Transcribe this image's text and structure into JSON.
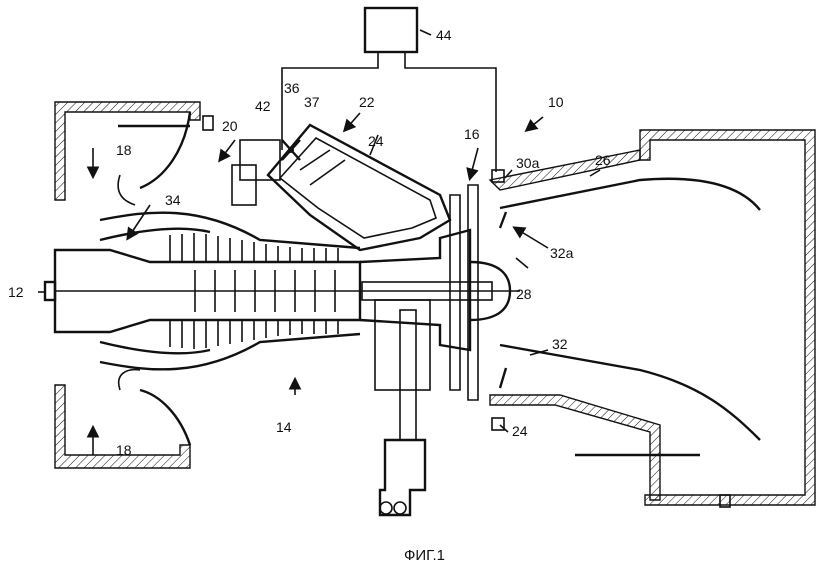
{
  "figure": {
    "caption": "ФИГ.1",
    "labels": {
      "l10": "10",
      "l12": "12",
      "l14": "14",
      "l16": "16",
      "l18_top": "18",
      "l18_bottom": "18",
      "l20": "20",
      "l22": "22",
      "l24_mid": "24",
      "l24_bottom": "24",
      "l26": "26",
      "l28": "28",
      "l30a": "30a",
      "l32": "32",
      "l32a": "32a",
      "l34": "34",
      "l36": "36",
      "l37": "37",
      "l42": "42",
      "l44": "44"
    }
  }
}
